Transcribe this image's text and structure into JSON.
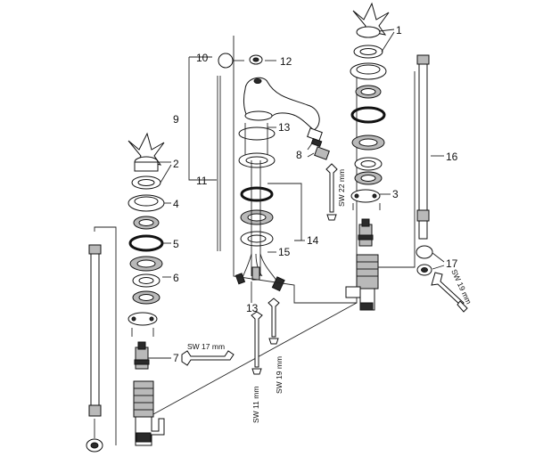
{
  "callouts": [
    "1",
    "2",
    "3",
    "4",
    "5",
    "6",
    "7",
    "8",
    "9",
    "10",
    "11",
    "12",
    "13",
    "13",
    "14",
    "15",
    "16",
    "17"
  ],
  "wrenches": {
    "sw17": "SW 17 mm",
    "sw22": "SW 22 mm",
    "sw11": "SW 11 mm",
    "sw19a": "SW 19 mm",
    "sw19b": "SW 19 mm"
  }
}
